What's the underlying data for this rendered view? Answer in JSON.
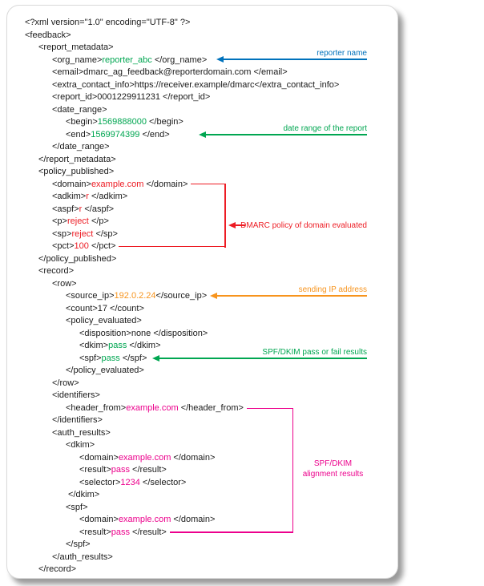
{
  "colors": {
    "black": "#1a1a1a",
    "green": "#00a651",
    "red": "#ed1c24",
    "orange": "#f7941d",
    "magenta": "#ec008c",
    "blue": "#0072bc"
  },
  "code": {
    "lines": [
      {
        "indent": 0,
        "segs": [
          {
            "c": "black",
            "t": "<?xml version=\"1.0\" encoding=\"UTF-8\" ?>"
          }
        ]
      },
      {
        "indent": 0,
        "segs": [
          {
            "c": "black",
            "t": "<feedback>"
          }
        ]
      },
      {
        "indent": 1,
        "segs": [
          {
            "c": "black",
            "t": "<report_metadata>"
          }
        ]
      },
      {
        "indent": 2,
        "segs": [
          {
            "c": "black",
            "t": "<org_name>"
          },
          {
            "c": "green",
            "t": "reporter_abc "
          },
          {
            "c": "black",
            "t": "</org_name>"
          }
        ]
      },
      {
        "indent": 2,
        "segs": [
          {
            "c": "black",
            "t": "<email>dmarc_ag_feedback@reporterdomain.com </email>"
          }
        ]
      },
      {
        "indent": 2,
        "segs": [
          {
            "c": "black",
            "t": "<extra_contact_info>https://receiver.example/dmarc</extra_contact_info>"
          }
        ]
      },
      {
        "indent": 2,
        "segs": [
          {
            "c": "black",
            "t": "<report_id>0001229911231 </report_id>"
          }
        ]
      },
      {
        "indent": 2,
        "segs": [
          {
            "c": "black",
            "t": "<date_range>"
          }
        ]
      },
      {
        "indent": 3,
        "segs": [
          {
            "c": "black",
            "t": "<begin>"
          },
          {
            "c": "green",
            "t": "1569888000 "
          },
          {
            "c": "black",
            "t": "</begin>"
          }
        ]
      },
      {
        "indent": 3,
        "segs": [
          {
            "c": "black",
            "t": "<end>"
          },
          {
            "c": "green",
            "t": "1569974399 "
          },
          {
            "c": "black",
            "t": "</end>"
          }
        ]
      },
      {
        "indent": 2,
        "segs": [
          {
            "c": "black",
            "t": "</date_range>"
          }
        ]
      },
      {
        "indent": 1,
        "segs": [
          {
            "c": "black",
            "t": "</report_metadata>"
          }
        ]
      },
      {
        "indent": 1,
        "segs": [
          {
            "c": "black",
            "t": "<policy_published>"
          }
        ]
      },
      {
        "indent": 2,
        "segs": [
          {
            "c": "black",
            "t": "<domain>"
          },
          {
            "c": "red",
            "t": "example.com "
          },
          {
            "c": "black",
            "t": "</domain>"
          }
        ]
      },
      {
        "indent": 2,
        "segs": [
          {
            "c": "black",
            "t": "<adkim>"
          },
          {
            "c": "red",
            "t": "r "
          },
          {
            "c": "black",
            "t": "</adkim>"
          }
        ]
      },
      {
        "indent": 2,
        "segs": [
          {
            "c": "black",
            "t": "<aspf>"
          },
          {
            "c": "red",
            "t": "r "
          },
          {
            "c": "black",
            "t": "</aspf>"
          }
        ]
      },
      {
        "indent": 2,
        "segs": [
          {
            "c": "black",
            "t": "<p>"
          },
          {
            "c": "red",
            "t": "reject "
          },
          {
            "c": "black",
            "t": "</p>"
          }
        ]
      },
      {
        "indent": 2,
        "segs": [
          {
            "c": "black",
            "t": "<sp>"
          },
          {
            "c": "red",
            "t": "reject "
          },
          {
            "c": "black",
            "t": "</sp>"
          }
        ]
      },
      {
        "indent": 2,
        "segs": [
          {
            "c": "black",
            "t": "<pct>"
          },
          {
            "c": "red",
            "t": "100 "
          },
          {
            "c": "black",
            "t": "</pct>"
          }
        ]
      },
      {
        "indent": 1,
        "segs": [
          {
            "c": "black",
            "t": "</policy_published>"
          }
        ]
      },
      {
        "indent": 1,
        "segs": [
          {
            "c": "black",
            "t": "<record>"
          }
        ]
      },
      {
        "indent": 2,
        "segs": [
          {
            "c": "black",
            "t": "<row>"
          }
        ]
      },
      {
        "indent": 3,
        "segs": [
          {
            "c": "black",
            "t": "<source_ip>"
          },
          {
            "c": "orange",
            "t": "192.0.2.24"
          },
          {
            "c": "black",
            "t": "</source_ip>"
          }
        ]
      },
      {
        "indent": 3,
        "segs": [
          {
            "c": "black",
            "t": "<count>17 </count>"
          }
        ]
      },
      {
        "indent": 3,
        "segs": [
          {
            "c": "black",
            "t": "<policy_evaluated>"
          }
        ]
      },
      {
        "indent": 4,
        "segs": [
          {
            "c": "black",
            "t": "<disposition>none </disposition>"
          }
        ]
      },
      {
        "indent": 4,
        "segs": [
          {
            "c": "black",
            "t": "<dkim>"
          },
          {
            "c": "green",
            "t": "pass "
          },
          {
            "c": "black",
            "t": "</dkim>"
          }
        ]
      },
      {
        "indent": 4,
        "segs": [
          {
            "c": "black",
            "t": "<spf>"
          },
          {
            "c": "green",
            "t": "pass "
          },
          {
            "c": "black",
            "t": "</spf>"
          }
        ]
      },
      {
        "indent": 3,
        "segs": [
          {
            "c": "black",
            "t": "</policy_evaluated>"
          }
        ]
      },
      {
        "indent": 2,
        "segs": [
          {
            "c": "black",
            "t": "</row>"
          }
        ]
      },
      {
        "indent": 2,
        "segs": [
          {
            "c": "black",
            "t": "<identifiers>"
          }
        ]
      },
      {
        "indent": 3,
        "segs": [
          {
            "c": "black",
            "t": "<header_from>"
          },
          {
            "c": "magenta",
            "t": "example.com "
          },
          {
            "c": "black",
            "t": "</header_from>"
          }
        ]
      },
      {
        "indent": 2,
        "segs": [
          {
            "c": "black",
            "t": "</identifiers>"
          }
        ]
      },
      {
        "indent": 2,
        "segs": [
          {
            "c": "black",
            "t": "<auth_results>"
          }
        ]
      },
      {
        "indent": 3,
        "segs": [
          {
            "c": "black",
            "t": "<dkim>"
          }
        ]
      },
      {
        "indent": 4,
        "segs": [
          {
            "c": "black",
            "t": "<domain>"
          },
          {
            "c": "magenta",
            "t": "example.com "
          },
          {
            "c": "black",
            "t": "</domain>"
          }
        ]
      },
      {
        "indent": 4,
        "segs": [
          {
            "c": "black",
            "t": "<result>"
          },
          {
            "c": "magenta",
            "t": "pass "
          },
          {
            "c": "black",
            "t": "</result>"
          }
        ]
      },
      {
        "indent": 4,
        "segs": [
          {
            "c": "black",
            "t": "<selector>"
          },
          {
            "c": "magenta",
            "t": "1234 "
          },
          {
            "c": "black",
            "t": "</selector>"
          }
        ]
      },
      {
        "indent": 3,
        "segs": [
          {
            "c": "black",
            "t": " </dkim>"
          }
        ]
      },
      {
        "indent": 3,
        "segs": [
          {
            "c": "black",
            "t": "<spf>"
          }
        ]
      },
      {
        "indent": 4,
        "segs": [
          {
            "c": "black",
            "t": "<domain>"
          },
          {
            "c": "magenta",
            "t": "example.com "
          },
          {
            "c": "black",
            "t": "</domain>"
          }
        ]
      },
      {
        "indent": 4,
        "segs": [
          {
            "c": "black",
            "t": "<result>"
          },
          {
            "c": "magenta",
            "t": "pass "
          },
          {
            "c": "black",
            "t": "</result>"
          }
        ]
      },
      {
        "indent": 3,
        "segs": [
          {
            "c": "black",
            "t": "</spf>"
          }
        ]
      },
      {
        "indent": 2,
        "segs": [
          {
            "c": "black",
            "t": "</auth_results>"
          }
        ]
      },
      {
        "indent": 1,
        "segs": [
          {
            "c": "black",
            "t": "</record>"
          }
        ]
      }
    ]
  },
  "annotations": {
    "reporter_name": {
      "label": "reporter name"
    },
    "date_range": {
      "label": "date range of the report"
    },
    "dmarc_policy": {
      "label": "DMARC policy of domain evaluated"
    },
    "sending_ip": {
      "label": "sending IP address"
    },
    "spf_dkim_results": {
      "label": "SPF/DKIM pass or fail results"
    },
    "alignment": {
      "label_line1": "SPF/DKIM",
      "label_line2": "alignment results"
    }
  }
}
